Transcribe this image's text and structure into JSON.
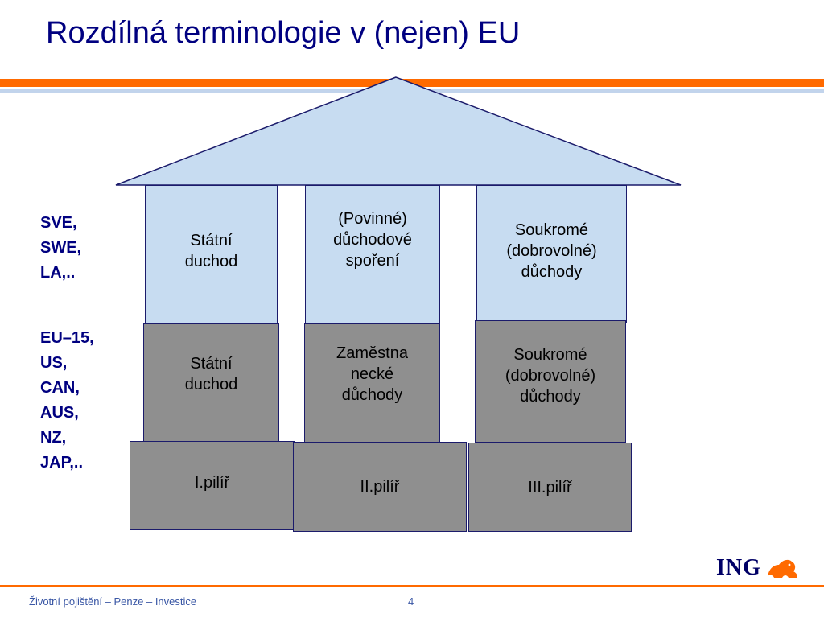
{
  "title": "Rozdílná terminologie v (nejen) EU",
  "colors": {
    "title": "#000080",
    "accent_orange": "#ff6a00",
    "roof_fill": "#c7dcf1",
    "pillar_gray": "#8f8f8f",
    "border": "#1b1b6b"
  },
  "groups": [
    {
      "label": "SVE,\nSWE,\nLA,.."
    },
    {
      "label": "EU–15,\nUS,\nCAN,\nAUS,\nNZ,\nJAP,.."
    }
  ],
  "pillars": [
    {
      "top": "Státní\nduchod",
      "middle": "Státní\nduchod",
      "base": "I.pilíř"
    },
    {
      "top": "(Povinné)\ndůchodové\nspoření",
      "middle": "Zaměstna\nnecké\ndůchody",
      "base": "II.pilíř"
    },
    {
      "top": "Soukromé\n(dobrovolné)\ndůchody",
      "middle": "Soukromé\n(dobrovolné)\ndůchody",
      "base": "III.pilíř"
    }
  ],
  "footer": {
    "text": "Životní pojištění – Penze – Investice",
    "page": "4"
  },
  "logo": {
    "text": "ING",
    "icon": "lion-icon"
  }
}
